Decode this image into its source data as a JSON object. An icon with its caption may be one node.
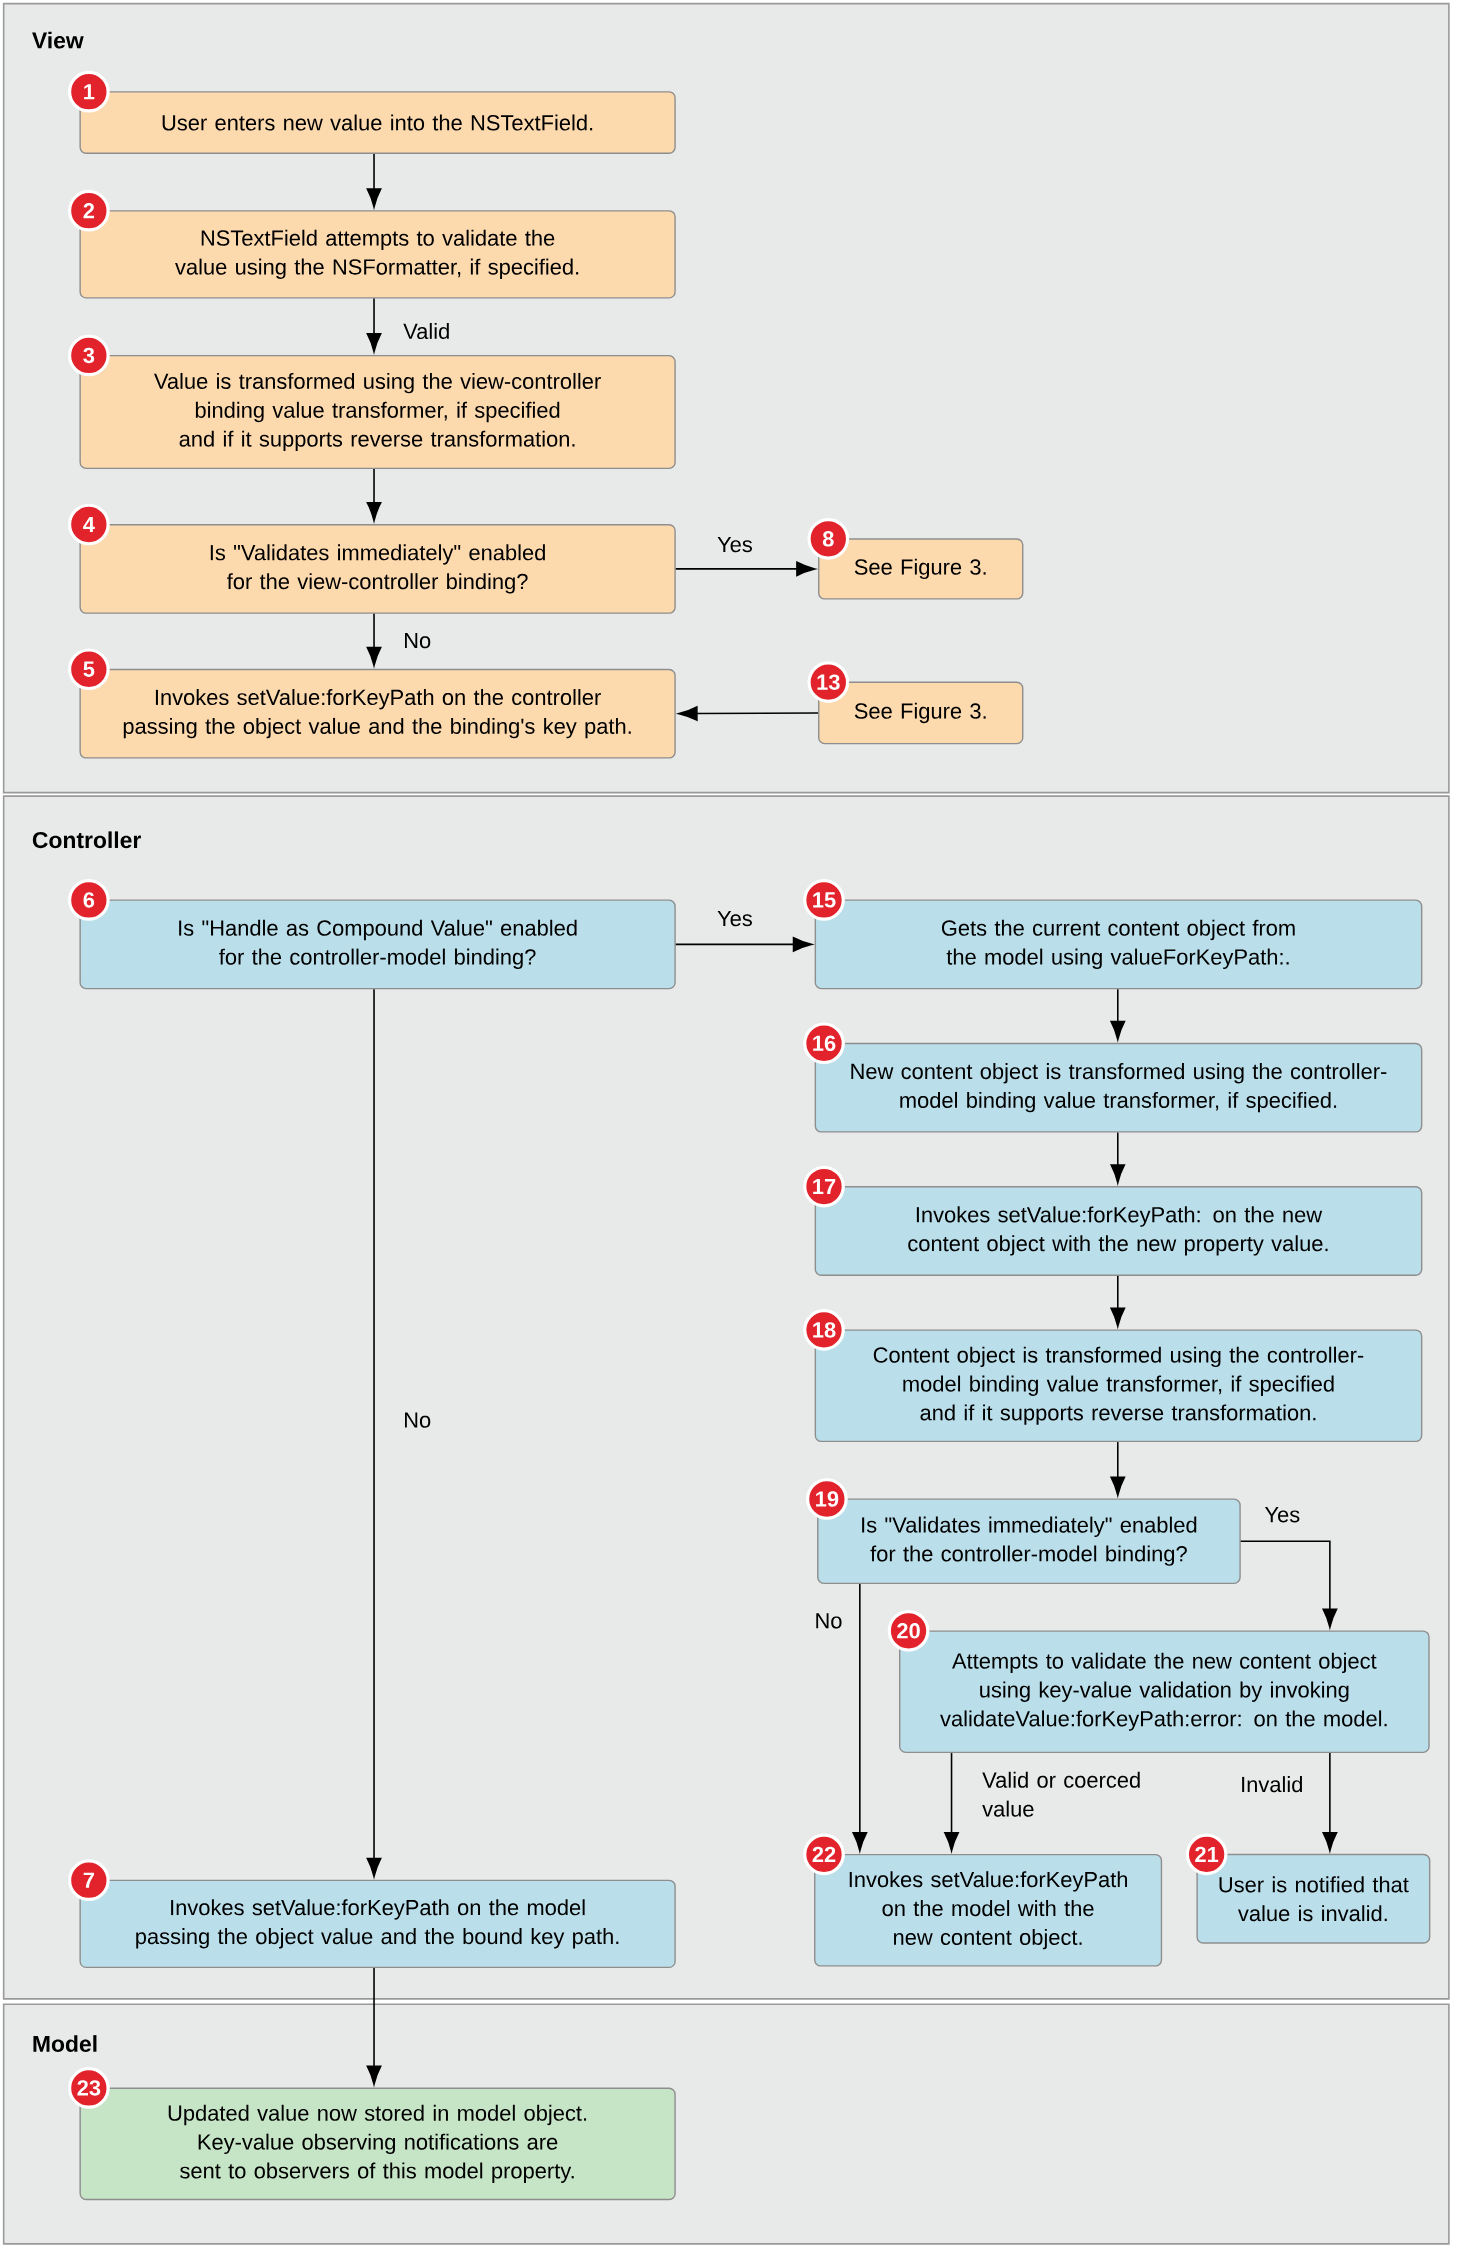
{
  "diagram": {
    "nodes": [
      {
        "text": [
          "View"
        ]
      },
      {
        "text": [
          "1",
          "User enters new value into the NSTextField."
        ],
        "in": 0
      },
      {
        "text": [
          "2",
          "NSTextField attempts to validate the value using the NSFormatter, if specified."
        ],
        "in": 0
      },
      {
        "text": [
          "3",
          "Value is transformed using the view-controller binding value transformer, if specified and if it supports reverse transformation."
        ],
        "in": 0
      },
      {
        "text": [
          "4",
          "Is \"Validates immediately\" enabled for the view-controller binding?"
        ],
        "in": 0
      },
      {
        "text": [
          "8",
          "See Figure 3."
        ],
        "in": 0
      },
      {
        "text": [
          "5",
          "Invokes setValue:forKeyPath on the controller passing the object value and the binding's key path."
        ],
        "in": 0
      },
      {
        "text": [
          "13",
          "See Figure 3."
        ],
        "in": 0
      },
      {
        "text": [
          "Controller"
        ]
      },
      {
        "text": [
          "6",
          "Is \"Handle as Compound Value\" enabled for the controller-model binding?"
        ],
        "in": 8
      },
      {
        "text": [
          "15",
          "Gets the current content object from the model using valueForKeyPath:."
        ],
        "in": 8
      },
      {
        "text": [
          "16",
          "New content object is transformed using the controller-model binding value transformer, if specified."
        ],
        "in": 8
      },
      {
        "text": [
          "17",
          "Invokes setValue:forKeyPath: on the new content object with the new property value."
        ],
        "in": 8
      },
      {
        "text": [
          "18",
          "Content object is transformed using the controller-model binding value transformer, if specified and if it supports reverse transformation."
        ],
        "in": 8
      },
      {
        "text": [
          "19",
          "Is \"Validates immediately\" enabled for the controller-model binding?"
        ],
        "in": 8
      },
      {
        "text": [
          "20",
          "Attempts to validate the new content object using key-value validation by invoking validateValue:forKeyPath:error: on the model."
        ],
        "in": 8
      },
      {
        "text": [
          "7",
          "Invokes setValue:forKeyPath on the model passing the object value and the bound key path."
        ],
        "in": 8
      },
      {
        "text": [
          "22",
          "Invokes setValue:forKeyPath on the model with the new content object."
        ],
        "in": 8
      },
      {
        "text": [
          "21",
          "User is notified that value is invalid."
        ],
        "in": 8
      },
      {
        "text": [
          "Model"
        ]
      },
      {
        "text": [
          "23",
          "Updated value now stored in model object. Key-value observing notifications are sent to observers of this model property."
        ],
        "in": 19
      }
    ],
    "edges": [
      {
        "from": 1,
        "to": 2,
        "arrow": "to"
      },
      {
        "from": 2,
        "to": 3,
        "arrow": "to",
        "label": "Valid"
      },
      {
        "from": 3,
        "to": 4,
        "arrow": "to"
      },
      {
        "from": 4,
        "to": 5,
        "arrow": "to",
        "label": "Yes"
      },
      {
        "from": 4,
        "to": 6,
        "arrow": "to",
        "label": "No"
      },
      {
        "from": 7,
        "to": 6,
        "arrow": "to"
      },
      {
        "from": 9,
        "to": 10,
        "arrow": "to",
        "label": "Yes"
      },
      {
        "from": 9,
        "to": 16,
        "arrow": "to",
        "label": "No"
      },
      {
        "from": 10,
        "to": 11,
        "arrow": "to"
      },
      {
        "from": 11,
        "to": 12,
        "arrow": "to"
      },
      {
        "from": 12,
        "to": 13,
        "arrow": "to"
      },
      {
        "from": 13,
        "to": 14,
        "arrow": "to"
      },
      {
        "from": 14,
        "to": 15,
        "arrow": "to",
        "label": "Yes"
      },
      {
        "from": 14,
        "to": 17,
        "arrow": "to",
        "label": "No"
      },
      {
        "from": 15,
        "to": 17,
        "arrow": "to",
        "label": "Valid or coerced value"
      },
      {
        "from": 15,
        "to": 18,
        "arrow": "to",
        "label": "Invalid"
      },
      {
        "from": 16,
        "to": 20,
        "arrow": "to"
      }
    ]
  }
}
